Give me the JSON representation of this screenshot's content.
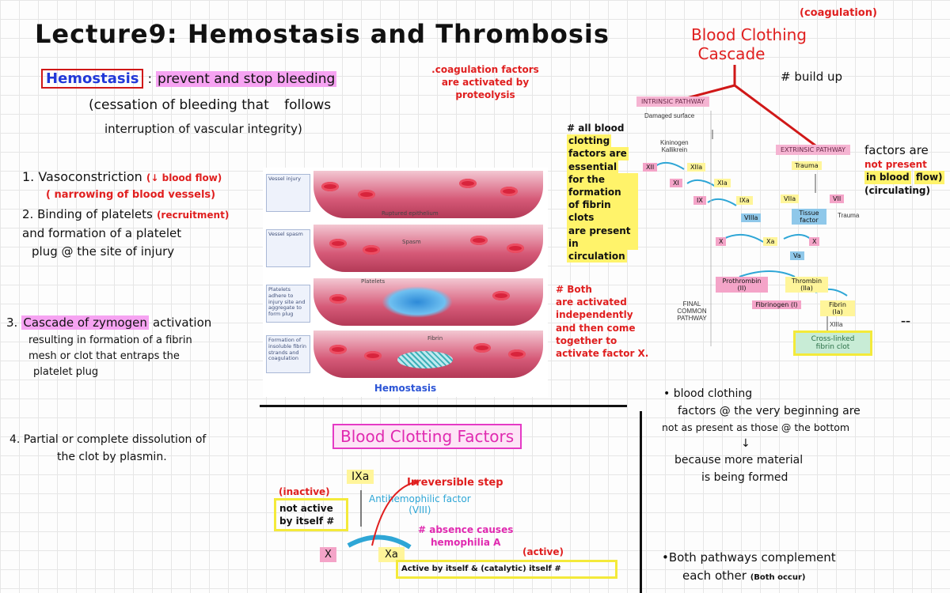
{
  "title": "Lecture9: Hemostasis and Thrombosis",
  "hemostasis": {
    "term": "Hemostasis",
    "def_colon": ":",
    "def1": "prevent and stop bleeding",
    "def2": "(cessation of bleeding that",
    "def2b": "follows",
    "def3": "interruption of vascular integrity)"
  },
  "coag_note": [
    ".coagulation factors",
    "are activated by",
    "proteolysis"
  ],
  "steps": {
    "s1_a": "1. Vasoconstriction",
    "s1_b": "(↓ blood flow)",
    "s1_c": "( narrowing of blood vessels)",
    "s2_a": "2. Binding of platelets",
    "s2_b": "(recruitment)",
    "s2_c": "and formation of a platelet",
    "s2_d": "plug @ the site of injury",
    "s3_a": "3.",
    "s3_b": "Cascade of zymogen",
    "s3_c": "activation",
    "s3_d": "resulting in formation of a fibrin",
    "s3_e": "mesh or clot that entraps the",
    "s3_f": "platelet plug",
    "s4_a": "4. Partial or complete dissolution of",
    "s4_b": "the clot by plasmin."
  },
  "panel": {
    "labels": [
      "Vessel injury",
      "Vessel spasm",
      "Platelets adhere to injury site and aggregate to form plug",
      "Formation of insoluble fibrin strands and coagulation"
    ],
    "ruptured": "Ruptured epithelium",
    "spasm": "Spasm",
    "platelets": "Platelets",
    "fibrin": "Fibrin",
    "caption": "Hemostasis"
  },
  "cascade": {
    "coag": "(coagulation)",
    "title1": "Blood Clothing",
    "title2": "Cascade",
    "build": "# build up",
    "intrinsic": "INTRINSIC PATHWAY",
    "damaged": "Damaged surface",
    "kininogen": "Kininogen",
    "kallikrein": "Kallikrein",
    "extrinsic": "EXTRINSIC PATHWAY",
    "trauma": "Trauma",
    "trauma2": "Trauma",
    "tissue": "Tissue factor",
    "xii": "XII",
    "xiia": "XIIa",
    "xi": "XI",
    "xia": "XIa",
    "ix": "IX",
    "ixa": "IXa",
    "viiia": "VIIIa",
    "viia": "VIIa",
    "vii": "VII",
    "x1": "X",
    "xa": "Xa",
    "x2": "X",
    "va": "Va",
    "prothrombin": "Prothrombin (II)",
    "thrombin": "Thrombin (IIa)",
    "fibrinogen": "Fibrinogen (I)",
    "fibrin": "Fibrin (Ia)",
    "xiiia": "XIIIa",
    "final": "FINAL COMMON PATHWAY",
    "clot": "Cross-linked fibrin clot",
    "left_note": [
      "# all blood",
      "clotting",
      "factors are",
      "essential",
      "for the formation",
      "of fibrin clots",
      "are present in",
      "circulation"
    ],
    "right_note": [
      "factors are",
      "not present",
      "in blood",
      "flow)",
      "(circulating)"
    ],
    "both_note": [
      "# Both",
      "are activated",
      "independently",
      "and then come",
      "together to",
      "activate factor X."
    ],
    "dash": "––"
  },
  "factors": {
    "title": "Blood Clotting Factors",
    "ixa": "IXa",
    "irreversible": "Irreversible step",
    "antihemo": "Antihemophilic factor",
    "viii": "(VIII)",
    "inactive": "(inactive)",
    "not_active": [
      "not active",
      "by itself #"
    ],
    "absence": [
      "# absence causes",
      "hemophilia A"
    ],
    "active_lbl": "(active)",
    "x": "X",
    "xa": "Xa",
    "active_by": "Active by itself & (catalytic) itself #"
  },
  "bullets": {
    "b1": [
      "• blood clothing",
      "factors @ the very beginning are",
      "not as present as those @ the bottom"
    ],
    "arrow": "↓",
    "b1b": [
      "because more material",
      "is being formed"
    ],
    "b2": [
      "•Both pathways complement",
      "each other"
    ],
    "b2c": "(Both occur)"
  }
}
